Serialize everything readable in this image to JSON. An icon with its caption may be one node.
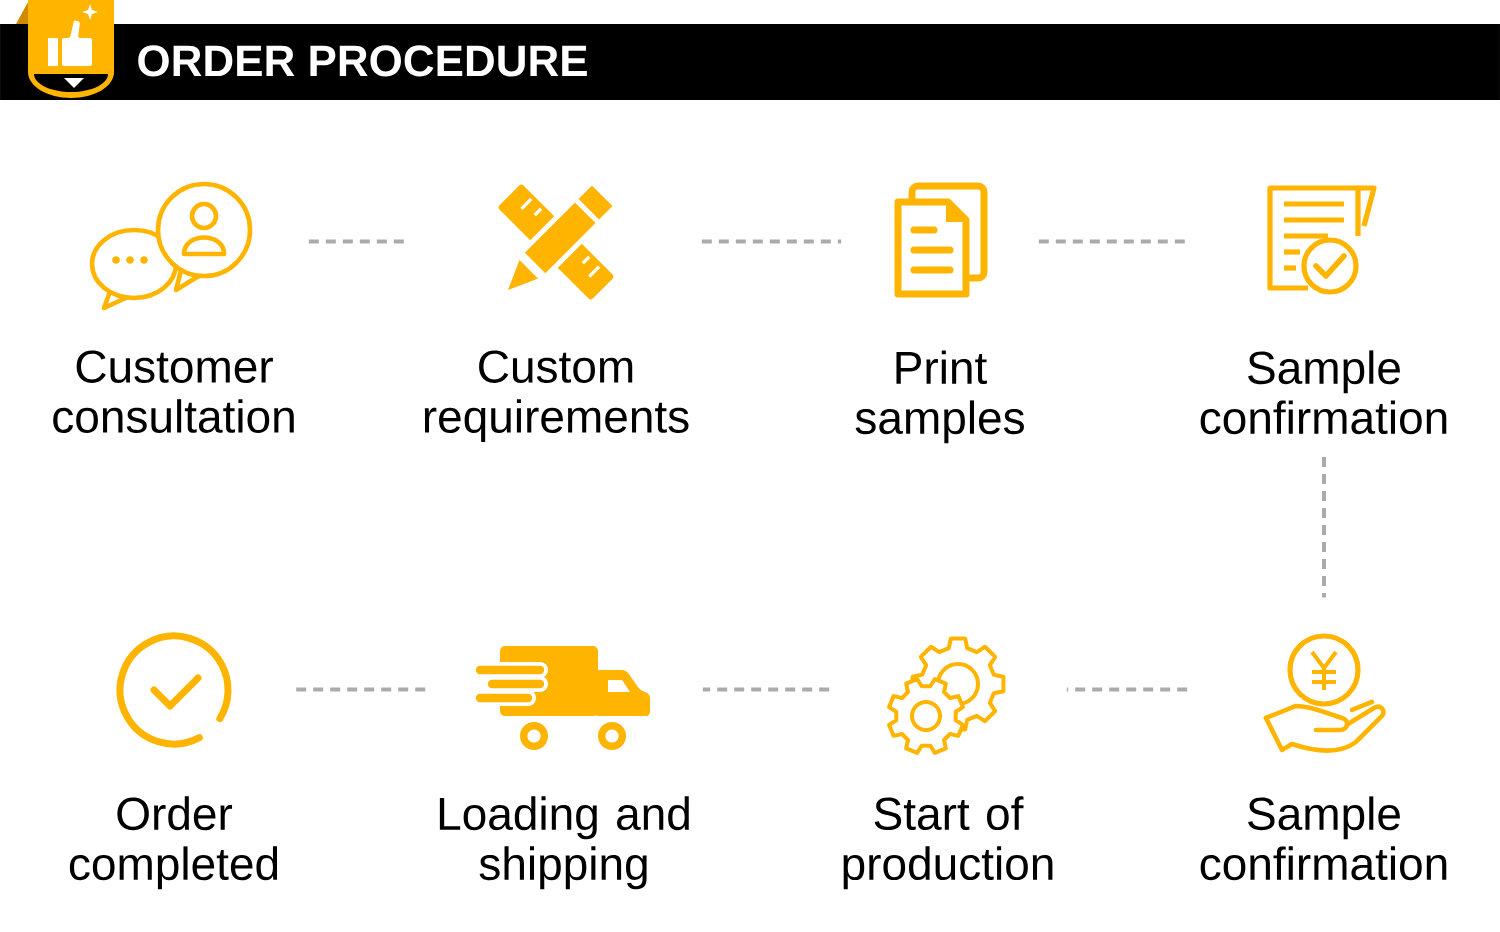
{
  "diagram": {
    "title": "ORDER PROCEDURE",
    "nodes": [
      {
        "text": [
          "Customer consultation"
        ]
      },
      {
        "text": [
          "Custom requirements"
        ]
      },
      {
        "text": [
          "Print samples"
        ]
      },
      {
        "text": [
          "Sample confirmation"
        ]
      },
      {
        "text": [
          "Order completed"
        ]
      },
      {
        "text": [
          "Loading and shipping"
        ]
      },
      {
        "text": [
          "Start of production"
        ]
      },
      {
        "text": [
          "Sample confirmation"
        ]
      }
    ],
    "edges": [
      {
        "from": 0,
        "to": 1,
        "arrow": "none",
        "style": "dashed"
      },
      {
        "from": 1,
        "to": 2,
        "arrow": "none",
        "style": "dashed"
      },
      {
        "from": 2,
        "to": 3,
        "arrow": "none",
        "style": "dashed"
      },
      {
        "from": 3,
        "to": 7,
        "arrow": "none",
        "style": "dashed"
      },
      {
        "from": 7,
        "to": 6,
        "arrow": "none",
        "style": "dashed"
      },
      {
        "from": 6,
        "to": 5,
        "arrow": "none",
        "style": "dashed"
      },
      {
        "from": 5,
        "to": 4,
        "arrow": "none",
        "style": "dashed"
      }
    ]
  }
}
